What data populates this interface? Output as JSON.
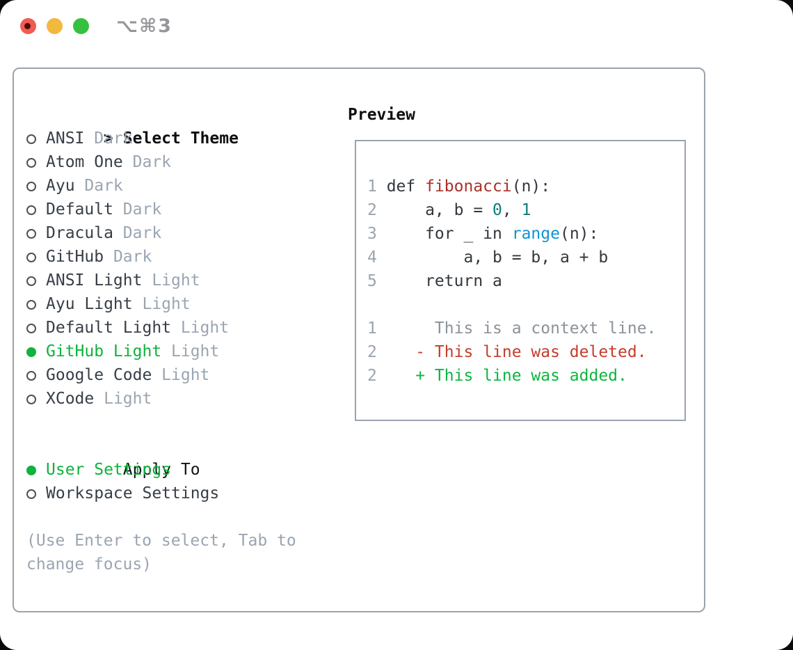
{
  "window": {
    "title": "⌥⌘3",
    "traffic_lights": [
      {
        "name": "close",
        "color": "#f15b51"
      },
      {
        "name": "minimize",
        "color": "#f3b83e"
      },
      {
        "name": "zoom",
        "color": "#35c13f"
      }
    ]
  },
  "colors": {
    "accent_green": "#0db33c",
    "added_green": "#0db53f",
    "deleted_red": "#c53c2b",
    "function_red": "#a93127",
    "number_teal": "#0d7d78",
    "builtin_blue": "#0f93d4",
    "muted_gray": "#9aa5b1",
    "context_gray": "#8b9299",
    "panel_border": "#9aa3ae",
    "text_dark": "#373e46"
  },
  "panel": {
    "select_theme": {
      "header_prefix": ">",
      "header": "Select Theme",
      "themes": [
        {
          "name": "ANSI",
          "variant": "Dark",
          "selected": false
        },
        {
          "name": "Atom One",
          "variant": "Dark",
          "selected": false
        },
        {
          "name": "Ayu",
          "variant": "Dark",
          "selected": false
        },
        {
          "name": "Default",
          "variant": "Dark",
          "selected": false
        },
        {
          "name": "Dracula",
          "variant": "Dark",
          "selected": false
        },
        {
          "name": "GitHub",
          "variant": "Dark",
          "selected": false
        },
        {
          "name": "ANSI Light",
          "variant": "Light",
          "selected": false
        },
        {
          "name": "Ayu Light",
          "variant": "Light",
          "selected": false
        },
        {
          "name": "Default Light",
          "variant": "Light",
          "selected": false
        },
        {
          "name": "GitHub Light",
          "variant": "Light",
          "selected": true
        },
        {
          "name": "Google Code",
          "variant": "Light",
          "selected": false
        },
        {
          "name": "XCode",
          "variant": "Light",
          "selected": false
        }
      ]
    },
    "apply_to": {
      "header": "Apply To",
      "options": [
        {
          "label": "User Settings",
          "selected": true
        },
        {
          "label": "Workspace Settings",
          "selected": false
        }
      ]
    },
    "help_text": "(Use Enter to select, Tab to change focus)",
    "preview": {
      "header": "Preview",
      "lines": [
        {
          "num": "1",
          "segs": [
            {
              "t": " def ",
              "c": "pl"
            },
            {
              "t": "fibonacci",
              "c": "fn"
            },
            {
              "t": "(n):",
              "c": "pl"
            }
          ]
        },
        {
          "num": "2",
          "segs": [
            {
              "t": "     a, b = ",
              "c": "pl"
            },
            {
              "t": "0",
              "c": "nu"
            },
            {
              "t": ", ",
              "c": "pl"
            },
            {
              "t": "1",
              "c": "nu"
            }
          ]
        },
        {
          "num": "3",
          "segs": [
            {
              "t": "     for _ in ",
              "c": "pl"
            },
            {
              "t": "range",
              "c": "bl"
            },
            {
              "t": "(n):",
              "c": "pl"
            }
          ]
        },
        {
          "num": "4",
          "segs": [
            {
              "t": "         a, b = b, a + b",
              "c": "pl"
            }
          ]
        },
        {
          "num": "5",
          "segs": [
            {
              "t": "     return a",
              "c": "pl"
            }
          ]
        },
        {
          "num": "",
          "segs": []
        },
        {
          "num": "1",
          "segs": [
            {
              "t": "      This is a context line.",
              "c": "cx"
            }
          ]
        },
        {
          "num": "2",
          "segs": [
            {
              "t": "    - This line was deleted.",
              "c": "de"
            }
          ]
        },
        {
          "num": "2",
          "segs": [
            {
              "t": "    + This line was added.",
              "c": "ad"
            }
          ]
        }
      ]
    }
  }
}
